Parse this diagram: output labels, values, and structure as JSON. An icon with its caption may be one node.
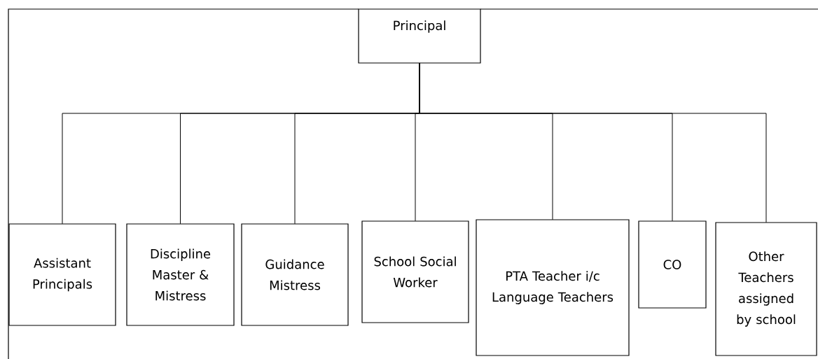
{
  "diagram": {
    "nodes": [
      {
        "text": [
          "Principal"
        ]
      },
      {
        "text": [
          "Assistant Principals"
        ]
      },
      {
        "text": [
          "Discipline Master & Mistress"
        ]
      },
      {
        "text": [
          "Guidance Mistress"
        ]
      },
      {
        "text": [
          "School Social Worker"
        ]
      },
      {
        "text": [
          "PTA Teacher i/c",
          "Language Teachers"
        ]
      },
      {
        "text": [
          "CO"
        ]
      },
      {
        "text": [
          "Other Teachers assigned by school"
        ]
      }
    ],
    "edges": [
      {
        "from": 0,
        "to": 1,
        "arrow": "none"
      },
      {
        "from": 0,
        "to": 2,
        "arrow": "none"
      },
      {
        "from": 0,
        "to": 3,
        "arrow": "none"
      },
      {
        "from": 0,
        "to": 4,
        "arrow": "none"
      },
      {
        "from": 0,
        "to": 5,
        "arrow": "none"
      },
      {
        "from": 0,
        "to": 6,
        "arrow": "none"
      },
      {
        "from": 0,
        "to": 7,
        "arrow": "none"
      }
    ]
  }
}
